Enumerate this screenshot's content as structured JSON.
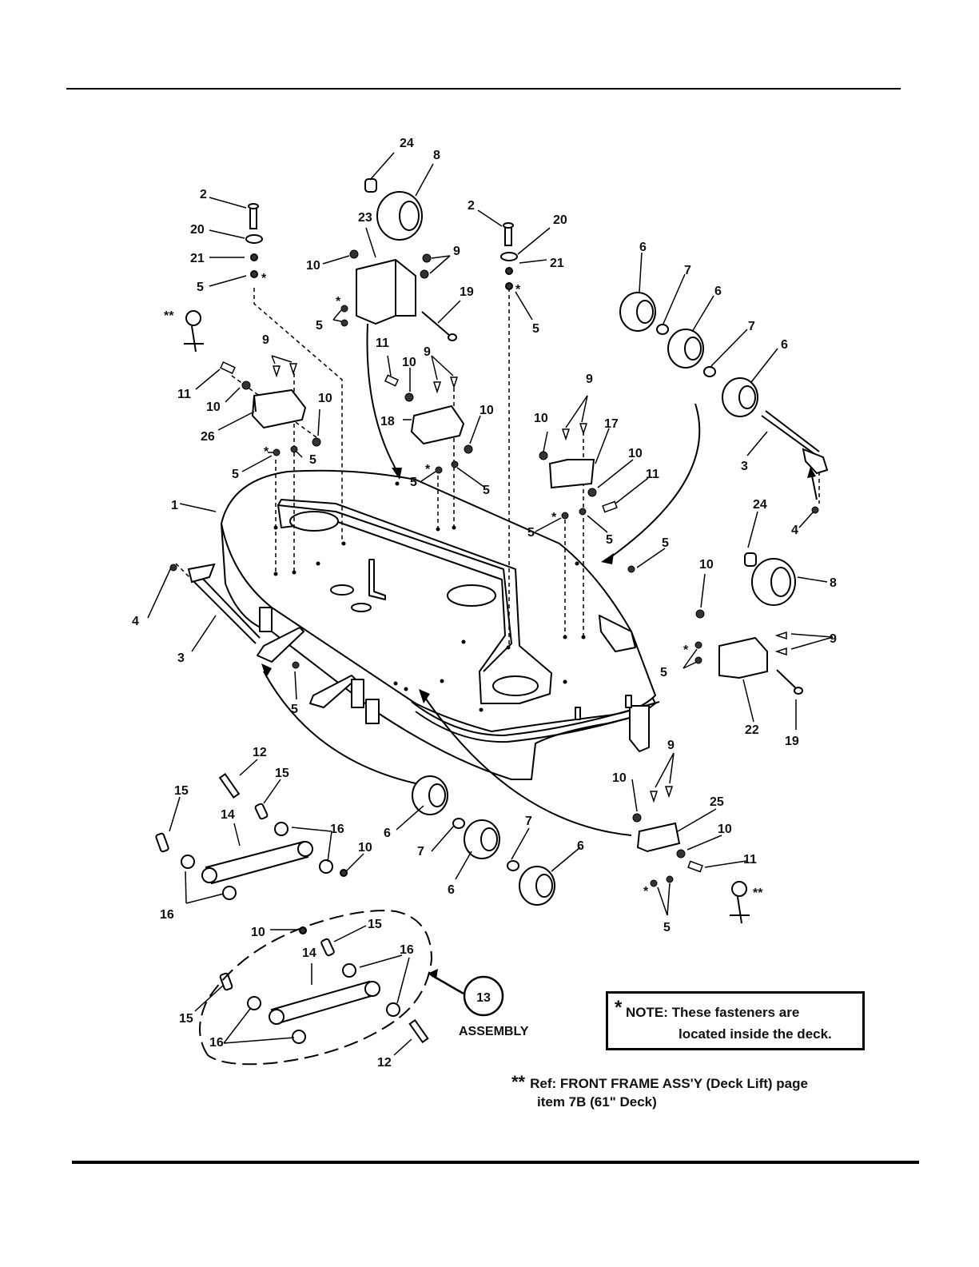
{
  "note": {
    "star": "*",
    "line1": "NOTE: These fasteners are",
    "line2": "located inside the deck."
  },
  "ref": {
    "stars": "**",
    "line1": "Ref: FRONT FRAME ASS'Y (Deck Lift) page",
    "line2": "item 7B (61\" Deck)"
  },
  "assembly_label": "ASSEMBLY",
  "assembly_number": "13",
  "callouts": {
    "c24a": "24",
    "c8a": "8",
    "c2a": "2",
    "c20a": "20",
    "c21a": "21",
    "c5a": "5",
    "c23": "23",
    "c10a": "10",
    "c9a": "9",
    "c5b": "5",
    "c19a": "19",
    "c2b": "2",
    "c20b": "20",
    "c21b": "21",
    "c5c": "5",
    "c6a": "6",
    "c7a": "7",
    "c6b": "6",
    "c7b": "7",
    "c6c": "6",
    "c3a": "3",
    "c4a": "4",
    "c9b": "9",
    "c11a": "11",
    "c10b": "10",
    "c26": "26",
    "c10c": "10",
    "c5d": "5",
    "c5e": "5",
    "c11b": "11",
    "c10d": "10",
    "c9c": "9",
    "c18": "18",
    "c10e": "10",
    "c5f": "5",
    "c5g": "5",
    "c9d": "9",
    "c10f": "10",
    "c17": "17",
    "c10g": "10",
    "c11c": "11",
    "c5h": "5",
    "c5i": "5",
    "c5j": "5",
    "c1": "1",
    "c4b": "4",
    "c3b": "3",
    "c5k": "5",
    "c24b": "24",
    "c8b": "8",
    "c10h": "10",
    "c9e": "9",
    "c5l": "5",
    "c22": "22",
    "c19b": "19",
    "c12a": "12",
    "c15a": "15",
    "c15b": "15",
    "c14a": "14",
    "c16a": "16",
    "c16b": "16",
    "c10i": "10",
    "c6d": "6",
    "c7c": "7",
    "c6e": "6",
    "c7d": "7",
    "c6f": "6",
    "c9f": "9",
    "c10j": "10",
    "c25": "25",
    "c10k": "10",
    "c11d": "11",
    "c5m": "5",
    "c10l": "10",
    "c15c": "15",
    "c14b": "14",
    "c16c": "16",
    "c15d": "15",
    "c16d": "16",
    "c12b": "12"
  },
  "markers": {
    "s1": "*",
    "s2": "*",
    "s3": "*",
    "s4": "*",
    "s5": "*",
    "s6": "*",
    "s7": "*",
    "s8": "*",
    "d1": "**",
    "d2": "**"
  }
}
